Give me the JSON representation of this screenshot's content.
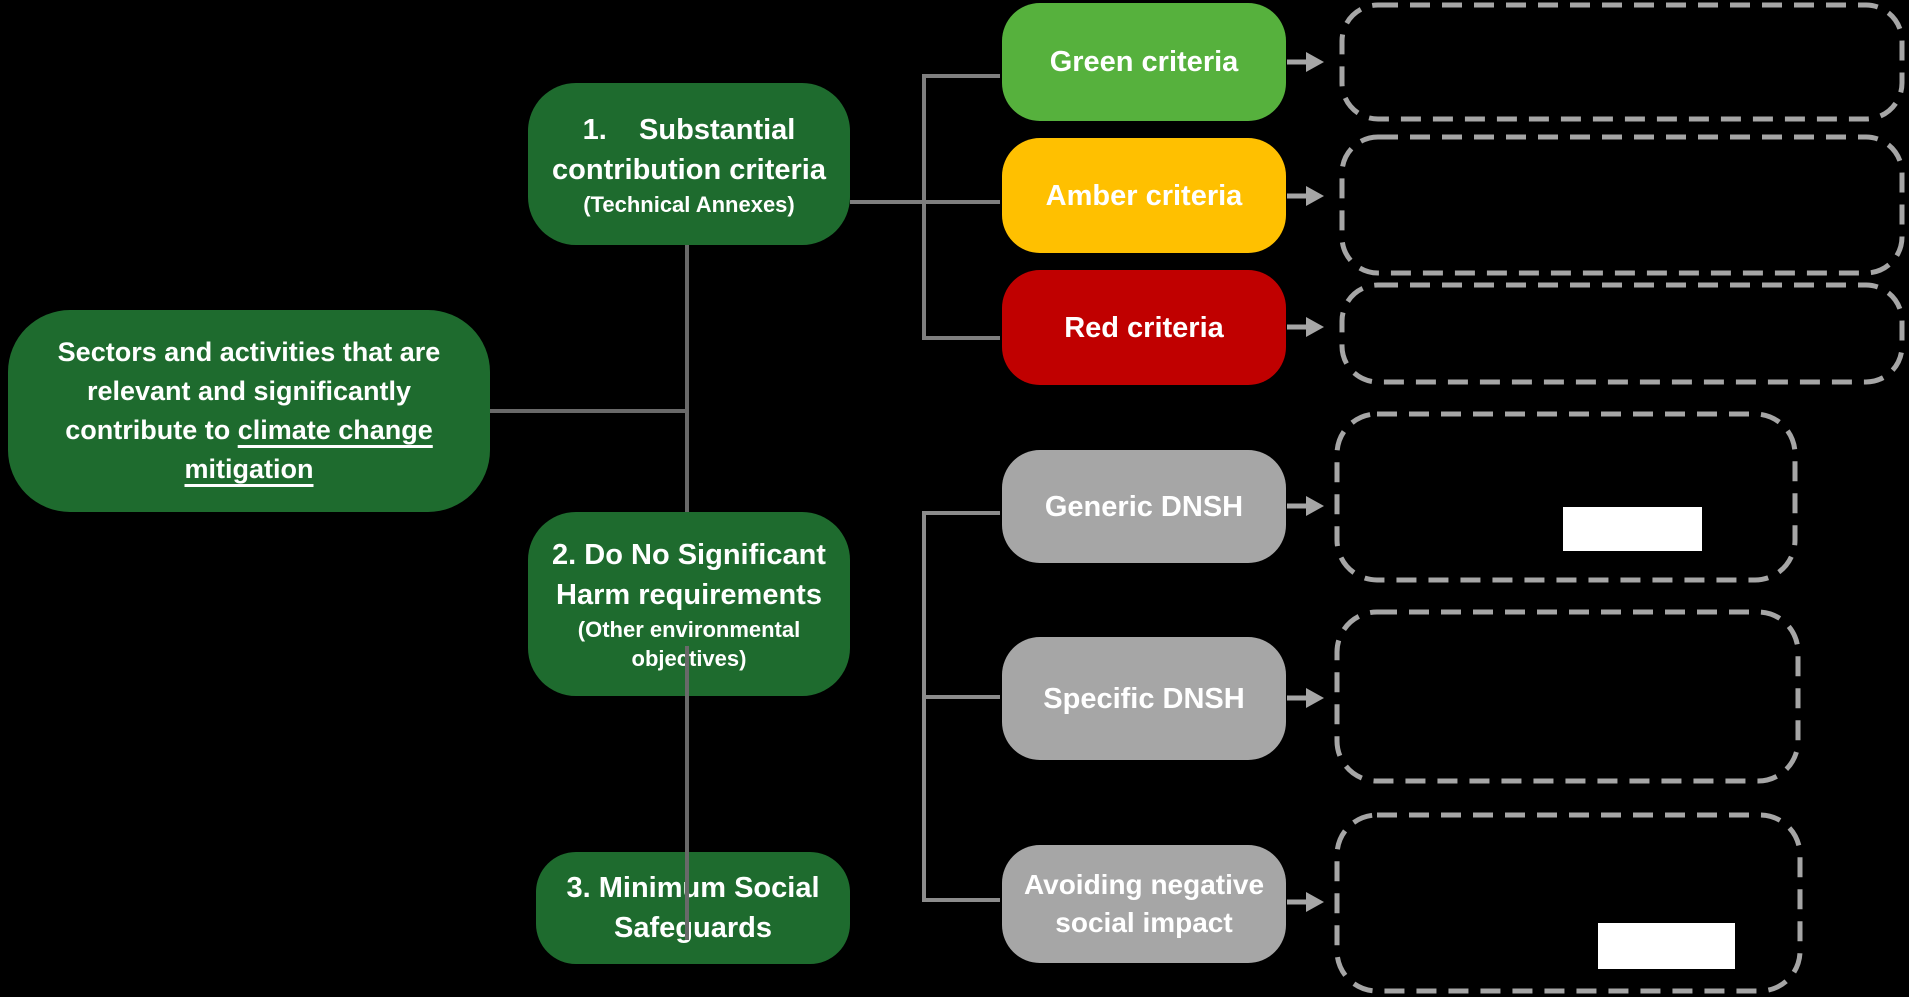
{
  "colors": {
    "background": "#000000",
    "dark_green": "#1E6B2E",
    "bright_green": "#56B13D",
    "amber": "#FFC000",
    "red": "#C00000",
    "gray": "#A6A6A6",
    "connector_gray": "#7F7F7F",
    "white": "#FFFFFF"
  },
  "root_box": {
    "line1": "Sectors and activities that are",
    "line2": "relevant and significantly",
    "line3_prefix": "contribute to ",
    "line3_underlined": "climate change",
    "line4_underlined": "mitigation"
  },
  "step1_box": {
    "line1": "1.    Substantial",
    "line2": "contribution criteria",
    "subtitle": "(Technical Annexes)"
  },
  "step2_box": {
    "line1": "2. Do No Significant",
    "line2": "Harm requirements",
    "subtitle_line1": "(Other environmental",
    "subtitle_line2": "objectives)"
  },
  "step3_box": {
    "line1": "3. Minimum Social",
    "line2": "Safeguards"
  },
  "criteria": [
    {
      "label": "Green criteria",
      "color": "#56B13D"
    },
    {
      "label": "Amber criteria",
      "color": "#FFC000"
    },
    {
      "label": "Red criteria",
      "color": "#C00000"
    }
  ],
  "dnsh": [
    {
      "label_line1": "Generic DNSH",
      "label_line2": "",
      "color": "#A6A6A6"
    },
    {
      "label_line1": "Specific DNSH",
      "label_line2": "",
      "color": "#A6A6A6"
    },
    {
      "label_line1": "Avoiding negative",
      "label_line2": "social impact",
      "color": "#A6A6A6"
    }
  ]
}
